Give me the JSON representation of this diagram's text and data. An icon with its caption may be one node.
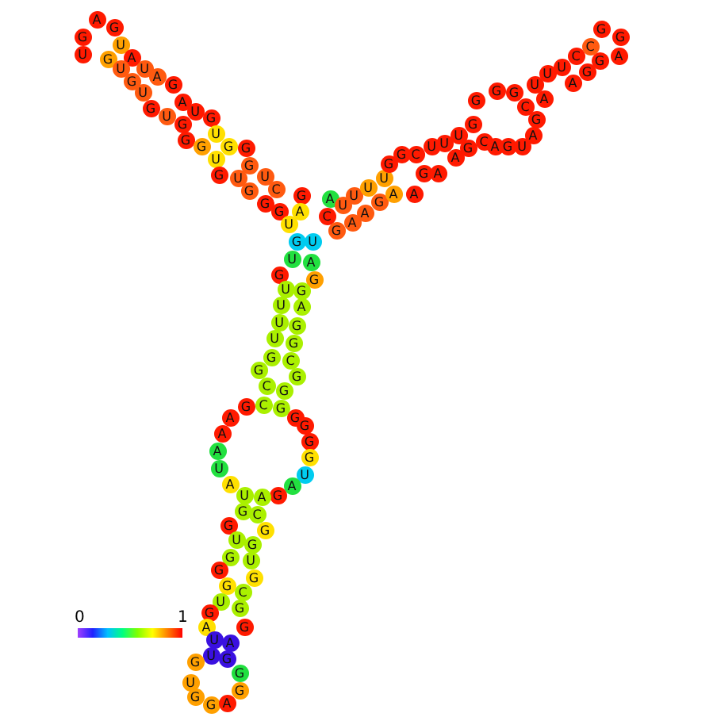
{
  "diagram": {
    "nodes": [
      {
        "text": [
          "G"
        ]
      },
      {
        "text": [
          "A"
        ]
      },
      {
        "text": [
          "G"
        ]
      },
      {
        "text": [
          "U"
        ]
      },
      {
        "text": [
          "U"
        ]
      },
      {
        "text": [
          "G"
        ]
      },
      {
        "text": [
          "A"
        ]
      },
      {
        "text": [
          "U"
        ]
      },
      {
        "text": [
          "U"
        ]
      },
      {
        "text": [
          "G"
        ]
      },
      {
        "text": [
          "A"
        ]
      },
      {
        "text": [
          "U"
        ]
      },
      {
        "text": [
          "G"
        ]
      },
      {
        "text": [
          "G"
        ]
      },
      {
        "text": [
          "A"
        ]
      },
      {
        "text": [
          "U"
        ]
      },
      {
        "text": [
          "U"
        ]
      },
      {
        "text": [
          "G"
        ]
      },
      {
        "text": [
          "G"
        ]
      },
      {
        "text": [
          "G"
        ]
      },
      {
        "text": [
          "U"
        ]
      },
      {
        "text": [
          "G"
        ]
      },
      {
        "text": [
          "G"
        ]
      },
      {
        "text": [
          "G"
        ]
      },
      {
        "text": [
          "U"
        ]
      },
      {
        "text": [
          "G"
        ]
      },
      {
        "text": [
          "G"
        ]
      },
      {
        "text": [
          "U"
        ]
      },
      {
        "text": [
          "U"
        ]
      },
      {
        "text": [
          "G"
        ]
      },
      {
        "text": [
          "C"
        ]
      },
      {
        "text": [
          "G"
        ]
      },
      {
        "text": [
          "G"
        ]
      },
      {
        "text": [
          "A"
        ]
      },
      {
        "text": [
          "G"
        ]
      },
      {
        "text": [
          "U"
        ]
      },
      {
        "text": [
          "G"
        ]
      },
      {
        "text": [
          "U"
        ]
      },
      {
        "text": [
          "A"
        ]
      },
      {
        "text": [
          "C"
        ]
      },
      {
        "text": [
          "U"
        ]
      },
      {
        "text": [
          "U"
        ]
      },
      {
        "text": [
          "G"
        ]
      },
      {
        "text": [
          "A"
        ]
      },
      {
        "text": [
          "A"
        ]
      },
      {
        "text": [
          "G"
        ]
      },
      {
        "text": [
          "U"
        ]
      },
      {
        "text": [
          "U"
        ]
      },
      {
        "text": [
          "A"
        ]
      },
      {
        "text": [
          "A"
        ]
      },
      {
        "text": [
          "G"
        ]
      },
      {
        "text": [
          "G"
        ]
      },
      {
        "text": [
          "C"
        ]
      },
      {
        "text": [
          "G"
        ]
      },
      {
        "text": [
          "U"
        ]
      },
      {
        "text": [
          "A"
        ]
      },
      {
        "text": [
          "U"
        ]
      },
      {
        "text": [
          "A"
        ]
      },
      {
        "text": [
          "U"
        ]
      },
      {
        "text": [
          "G"
        ]
      },
      {
        "text": [
          "G"
        ]
      },
      {
        "text": [
          "C"
        ]
      },
      {
        "text": [
          "A"
        ]
      },
      {
        "text": [
          "G"
        ]
      },
      {
        "text": [
          "U"
        ]
      },
      {
        "text": [
          "A"
        ]
      },
      {
        "text": [
          "G"
        ]
      },
      {
        "text": [
          "G"
        ]
      },
      {
        "text": [
          "G"
        ]
      },
      {
        "text": [
          "U"
        ]
      },
      {
        "text": [
          "C"
        ]
      },
      {
        "text": [
          "G"
        ]
      },
      {
        "text": [
          "A"
        ]
      },
      {
        "text": [
          "U"
        ]
      },
      {
        "text": [
          "A"
        ]
      },
      {
        "text": [
          "U"
        ]
      },
      {
        "text": [
          "G"
        ]
      },
      {
        "text": [
          "C"
        ]
      },
      {
        "text": [
          "G"
        ]
      },
      {
        "text": [
          "C"
        ]
      },
      {
        "text": [
          "G"
        ]
      },
      {
        "text": [
          "G"
        ]
      },
      {
        "text": [
          "A"
        ]
      },
      {
        "text": [
          "U"
        ]
      },
      {
        "text": [
          "A"
        ]
      },
      {
        "text": [
          "G"
        ]
      },
      {
        "text": [
          "G"
        ]
      },
      {
        "text": [
          "U"
        ]
      },
      {
        "text": [
          "G"
        ]
      },
      {
        "text": [
          "U"
        ]
      },
      {
        "text": [
          "A"
        ]
      },
      {
        "text": [
          "U"
        ]
      },
      {
        "text": [
          "G"
        ]
      },
      {
        "text": [
          "U"
        ]
      },
      {
        "text": [
          "G"
        ]
      },
      {
        "text": [
          "G"
        ]
      },
      {
        "text": [
          "C"
        ]
      },
      {
        "text": [
          "G"
        ]
      },
      {
        "text": [
          "G"
        ]
      },
      {
        "text": [
          "C"
        ]
      },
      {
        "text": [
          "G"
        ]
      },
      {
        "text": [
          "G"
        ]
      },
      {
        "text": [
          "C"
        ]
      },
      {
        "text": [
          "G"
        ]
      },
      {
        "text": [
          "G"
        ]
      },
      {
        "text": [
          "A"
        ]
      },
      {
        "text": [
          "G"
        ]
      },
      {
        "text": [
          "A"
        ]
      },
      {
        "text": [
          "G"
        ]
      },
      {
        "text": [
          "A"
        ]
      },
      {
        "text": [
          "G"
        ]
      },
      {
        "text": [
          "U"
        ]
      },
      {
        "text": [
          "U"
        ]
      },
      {
        "text": [
          "A"
        ]
      },
      {
        "text": [
          "G"
        ]
      },
      {
        "text": [
          "A"
        ]
      },
      {
        "text": [
          "U"
        ]
      },
      {
        "text": [
          "A"
        ]
      },
      {
        "text": [
          "G"
        ]
      },
      {
        "text": [
          "C"
        ]
      },
      {
        "text": [
          "G"
        ]
      },
      {
        "text": [
          "G"
        ]
      },
      {
        "text": [
          "U"
        ]
      },
      {
        "text": [
          "G"
        ]
      },
      {
        "text": [
          "G"
        ]
      },
      {
        "text": [
          "U"
        ]
      },
      {
        "text": [
          "G"
        ]
      },
      {
        "text": [
          "G"
        ]
      },
      {
        "text": [
          "G"
        ]
      },
      {
        "text": [
          "C"
        ]
      },
      {
        "text": [
          "U"
        ]
      },
      {
        "text": [
          "G"
        ]
      },
      {
        "text": [
          "G"
        ]
      },
      {
        "text": [
          "A"
        ]
      },
      {
        "text": [
          "G"
        ]
      },
      {
        "text": [
          "U"
        ]
      },
      {
        "text": [
          "A"
        ]
      },
      {
        "text": [
          "U"
        ]
      },
      {
        "text": [
          "G"
        ]
      },
      {
        "text": [
          "G"
        ]
      },
      {
        "text": [
          "G"
        ]
      },
      {
        "text": [
          "U"
        ]
      },
      {
        "text": [
          "G"
        ]
      },
      {
        "text": [
          "G"
        ]
      },
      {
        "text": [
          "G"
        ]
      },
      {
        "text": [
          "A"
        ]
      }
    ],
    "labels": [
      "0",
      "1"
    ]
  }
}
